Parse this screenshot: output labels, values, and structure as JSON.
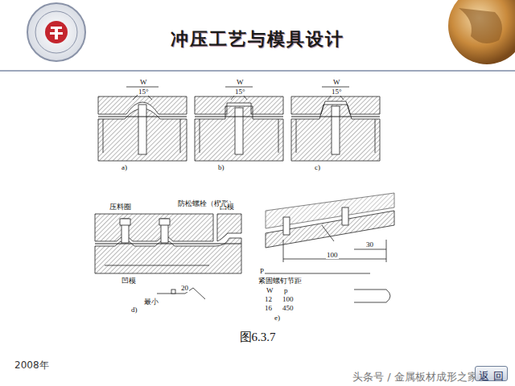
{
  "diagram": {
    "title": "冲压工艺与模具设计",
    "caption": "图6.3.7",
    "nodes": [
      {
        "text": [
          "返 回"
        ]
      }
    ],
    "labels": [
      "2008年",
      "头条号 / 金属板材成形之家",
      "a)",
      "b)",
      "c)",
      "W",
      "15°",
      "W",
      "15°",
      "W",
      "15°",
      "压料圈",
      "防松螺栓（楔形）",
      "凸模",
      "凹模",
      "最小",
      "20",
      "d)",
      "P",
      "100",
      "30",
      "紧固螺钉节距",
      "W",
      "p",
      "12",
      "100",
      "16",
      "450",
      "e)"
    ]
  }
}
